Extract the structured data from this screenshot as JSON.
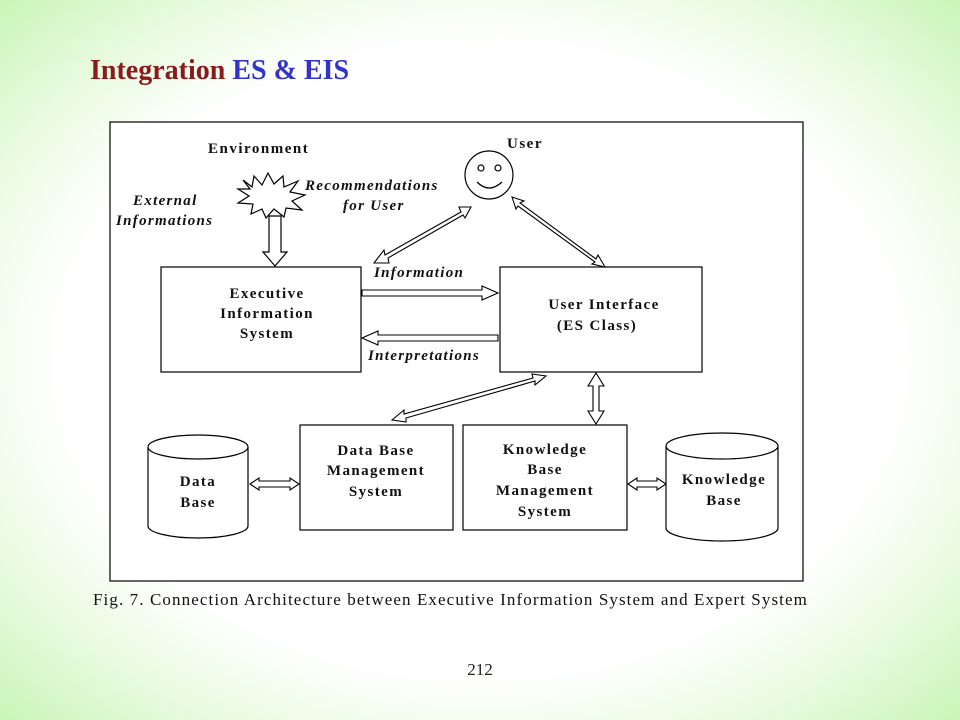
{
  "slide": {
    "title_part1": "Integration",
    "title_part2": "ES & EIS",
    "page_number": "212",
    "colors": {
      "title_part1": "#8b1a1a",
      "title_part2": "#3333cc",
      "background_edge": "#c9f5b8"
    }
  },
  "diagram": {
    "environment_label": "Environment",
    "user_label": "User",
    "external_info": [
      "External",
      "Informations"
    ],
    "recommendations": [
      "Recommendations",
      "for User"
    ],
    "eis_box": [
      "Executive",
      "Information",
      "System"
    ],
    "ui_box": [
      "User Interface",
      "(ES Class)"
    ],
    "information_label": "Information",
    "interpretations_label": "Interpretations",
    "database": [
      "Data",
      "Base"
    ],
    "dbms_box": [
      "Data Base",
      "Management",
      "System"
    ],
    "kbms_box": [
      "Knowledge",
      "Base",
      "Management",
      "System"
    ],
    "knowledge_base": [
      "Knowledge",
      "Base"
    ],
    "caption": "Fig. 7. Connection Architecture between Executive Information System and Expert System"
  }
}
